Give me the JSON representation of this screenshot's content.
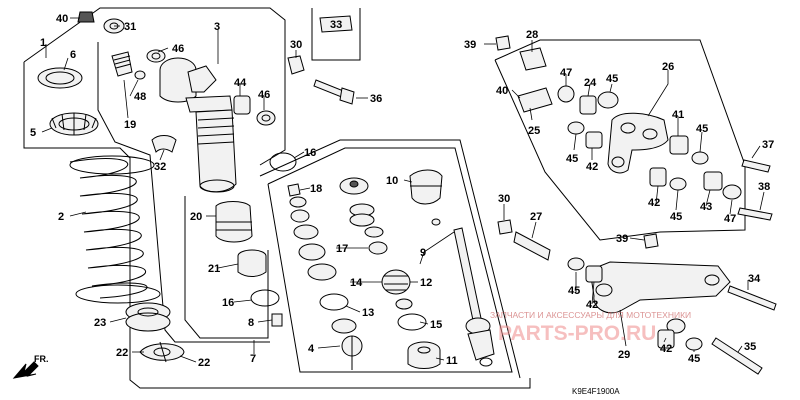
{
  "diagram": {
    "callouts": [
      {
        "id": "c40a",
        "text": "40"
      },
      {
        "id": "c31",
        "text": "31"
      },
      {
        "id": "c1",
        "text": "1"
      },
      {
        "id": "c6",
        "text": "6"
      },
      {
        "id": "c5",
        "text": "5"
      },
      {
        "id": "c2",
        "text": "2"
      },
      {
        "id": "c23",
        "text": "23"
      },
      {
        "id": "c22a",
        "text": "22"
      },
      {
        "id": "c22b",
        "text": "22"
      },
      {
        "id": "c46a",
        "text": "46"
      },
      {
        "id": "c48",
        "text": "48"
      },
      {
        "id": "c19",
        "text": "19"
      },
      {
        "id": "c3",
        "text": "3"
      },
      {
        "id": "c44",
        "text": "44"
      },
      {
        "id": "c46b",
        "text": "46"
      },
      {
        "id": "c32",
        "text": "32"
      },
      {
        "id": "c20",
        "text": "20"
      },
      {
        "id": "c21",
        "text": "21"
      },
      {
        "id": "c16a",
        "text": "16"
      },
      {
        "id": "c8",
        "text": "8"
      },
      {
        "id": "c7",
        "text": "7"
      },
      {
        "id": "c33",
        "text": "33"
      },
      {
        "id": "c30a",
        "text": "30"
      },
      {
        "id": "c36",
        "text": "36"
      },
      {
        "id": "c16b",
        "text": "16"
      },
      {
        "id": "c18",
        "text": "18"
      },
      {
        "id": "c10",
        "text": "10"
      },
      {
        "id": "c17",
        "text": "17"
      },
      {
        "id": "c9",
        "text": "9"
      },
      {
        "id": "c14",
        "text": "14"
      },
      {
        "id": "c12",
        "text": "12"
      },
      {
        "id": "c13",
        "text": "13"
      },
      {
        "id": "c15",
        "text": "15"
      },
      {
        "id": "c4",
        "text": "4"
      },
      {
        "id": "c11",
        "text": "11"
      },
      {
        "id": "c39a",
        "text": "39"
      },
      {
        "id": "c28",
        "text": "28"
      },
      {
        "id": "c40b",
        "text": "40"
      },
      {
        "id": "c25",
        "text": "25"
      },
      {
        "id": "c47a",
        "text": "47"
      },
      {
        "id": "c24",
        "text": "24"
      },
      {
        "id": "c45a",
        "text": "45"
      },
      {
        "id": "c26",
        "text": "26"
      },
      {
        "id": "c41",
        "text": "41"
      },
      {
        "id": "c45b",
        "text": "45"
      },
      {
        "id": "c45c",
        "text": "45"
      },
      {
        "id": "c42a",
        "text": "42"
      },
      {
        "id": "c37",
        "text": "37"
      },
      {
        "id": "c38",
        "text": "38"
      },
      {
        "id": "c42b",
        "text": "42"
      },
      {
        "id": "c45d",
        "text": "45"
      },
      {
        "id": "c43",
        "text": "43"
      },
      {
        "id": "c47b",
        "text": "47"
      },
      {
        "id": "c30b",
        "text": "30"
      },
      {
        "id": "c27",
        "text": "27"
      },
      {
        "id": "c39b",
        "text": "39"
      },
      {
        "id": "c34",
        "text": "34"
      },
      {
        "id": "c45e",
        "text": "45"
      },
      {
        "id": "c42c",
        "text": "42"
      },
      {
        "id": "c29",
        "text": "29"
      },
      {
        "id": "c42d",
        "text": "42"
      },
      {
        "id": "c35",
        "text": "35"
      },
      {
        "id": "c45f",
        "text": "45"
      }
    ],
    "front_arrow_label": "FR.",
    "diagram_code": "K9E4F1900A",
    "watermark_main": "PARTS-PRO.RU",
    "watermark_sub": "ЗАПЧАСТИ И АКСЕССУАРЫ ДЛЯ МОТОТЕХНИКИ"
  }
}
